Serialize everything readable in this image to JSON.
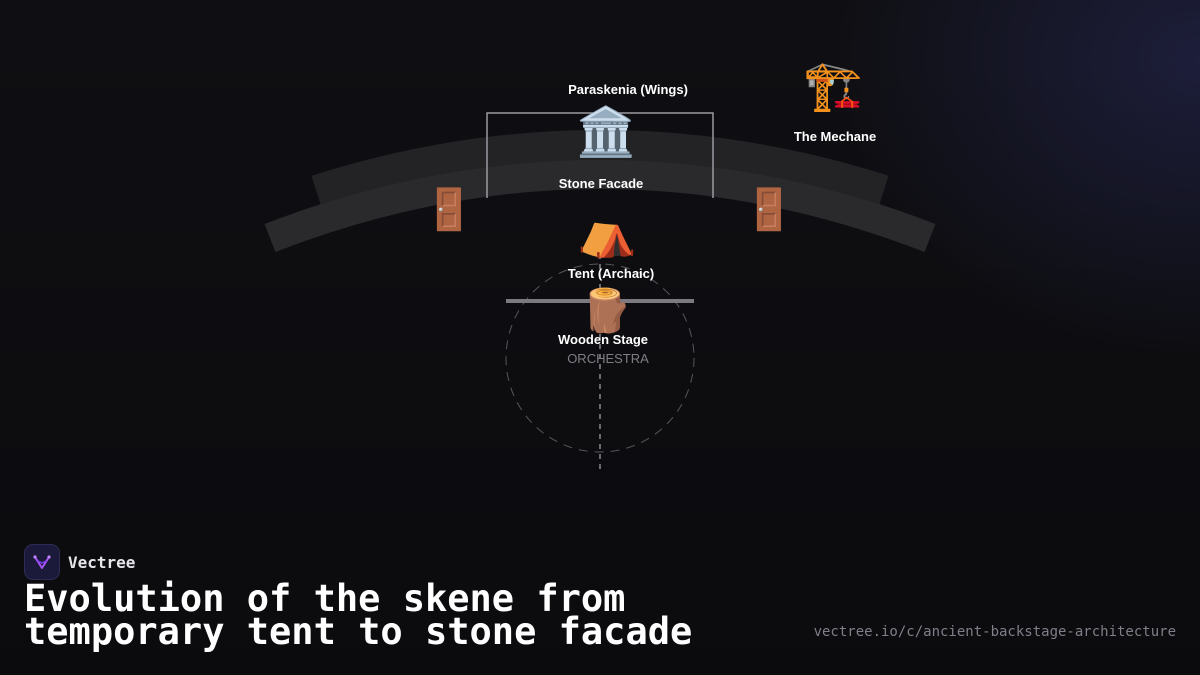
{
  "diagram": {
    "mechane": {
      "label": "The Mechane",
      "icon": "crane-icon",
      "glyph": "🏗️"
    },
    "wings": {
      "label": "Paraskenia (Wings)"
    },
    "stone_facade": {
      "label": "Stone Facade",
      "icon": "classical-building-icon",
      "glyph": "🏛️"
    },
    "tent": {
      "label": "Tent (Archaic)",
      "icon": "tent-icon",
      "glyph": "⛺"
    },
    "wooden_stage": {
      "label": "Wooden Stage",
      "icon": "wood-log-icon",
      "glyph": "🪵"
    },
    "orchestra": {
      "label": "ORCHESTRA"
    },
    "doors": {
      "icon": "door-icon",
      "glyph": "🚪"
    }
  },
  "brand": {
    "name": "Vectree",
    "icon": "vectree-logo-icon"
  },
  "title": "Evolution of the skene from temporary tent to stone facade",
  "url": "vectree.io/c/ancient-backstage-architecture",
  "colors": {
    "background": "#0f0f13",
    "accent": "#8b5cf6",
    "arc": "#2a2a2e"
  }
}
